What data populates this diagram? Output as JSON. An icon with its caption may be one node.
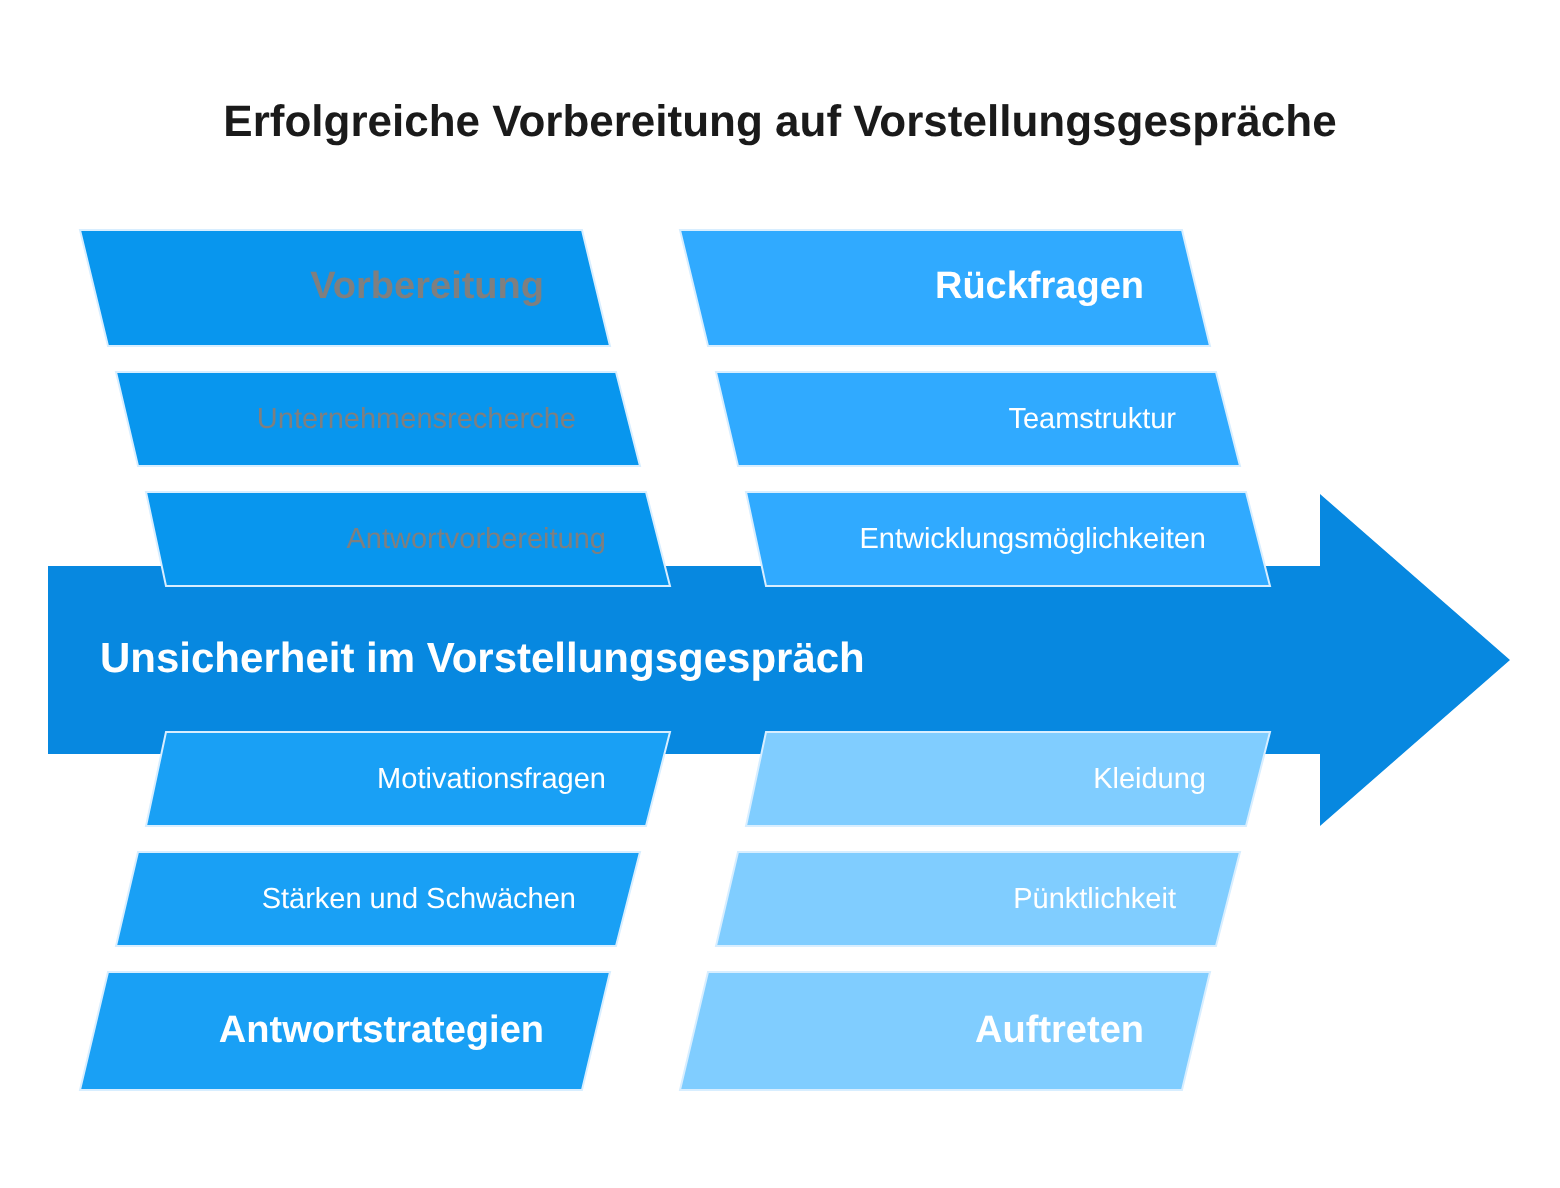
{
  "diagram": {
    "title": "Erfolgreiche Vorbereitung auf Vorstellungsgespräche",
    "nodes": [
      {
        "text": [
          "Vorbereitung"
        ]
      },
      {
        "text": [
          "Unternehmensrecherche"
        ]
      },
      {
        "text": [
          "Antwortvorbereitung"
        ]
      },
      {
        "text": [
          "Rückfragen"
        ]
      },
      {
        "text": [
          "Teamstruktur"
        ]
      },
      {
        "text": [
          "Entwicklungsmöglichkeiten"
        ]
      },
      {
        "text": [
          "Unsicherheit im Vorstellungsgespräch"
        ]
      },
      {
        "text": [
          "Motivationsfragen"
        ]
      },
      {
        "text": [
          "Stärken und Schwächen"
        ]
      },
      {
        "text": [
          "Antwortstrategien"
        ]
      },
      {
        "text": [
          "Kleidung"
        ]
      },
      {
        "text": [
          "Pünktlichkeit"
        ]
      },
      {
        "text": [
          "Auftreten"
        ]
      }
    ]
  }
}
